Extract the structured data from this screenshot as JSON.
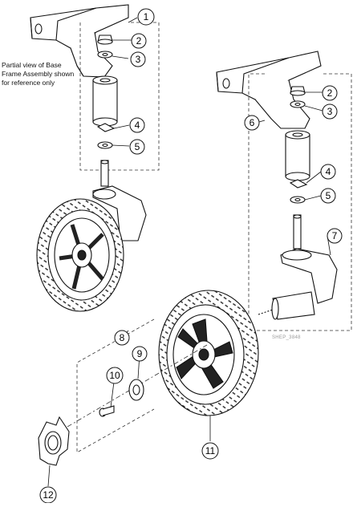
{
  "note": "Partial view of Base Frame Assembly shown for reference only",
  "watermark": "SHEP_3848",
  "callouts": {
    "c1": "1",
    "c2a": "2",
    "c3a": "3",
    "c4a": "4",
    "c5a": "5",
    "c6": "6",
    "c2b": "2",
    "c3b": "3",
    "c4b": "4",
    "c5b": "5",
    "c7": "7",
    "c8": "8",
    "c9": "9",
    "c10": "10",
    "c11": "11",
    "c12": "12"
  }
}
